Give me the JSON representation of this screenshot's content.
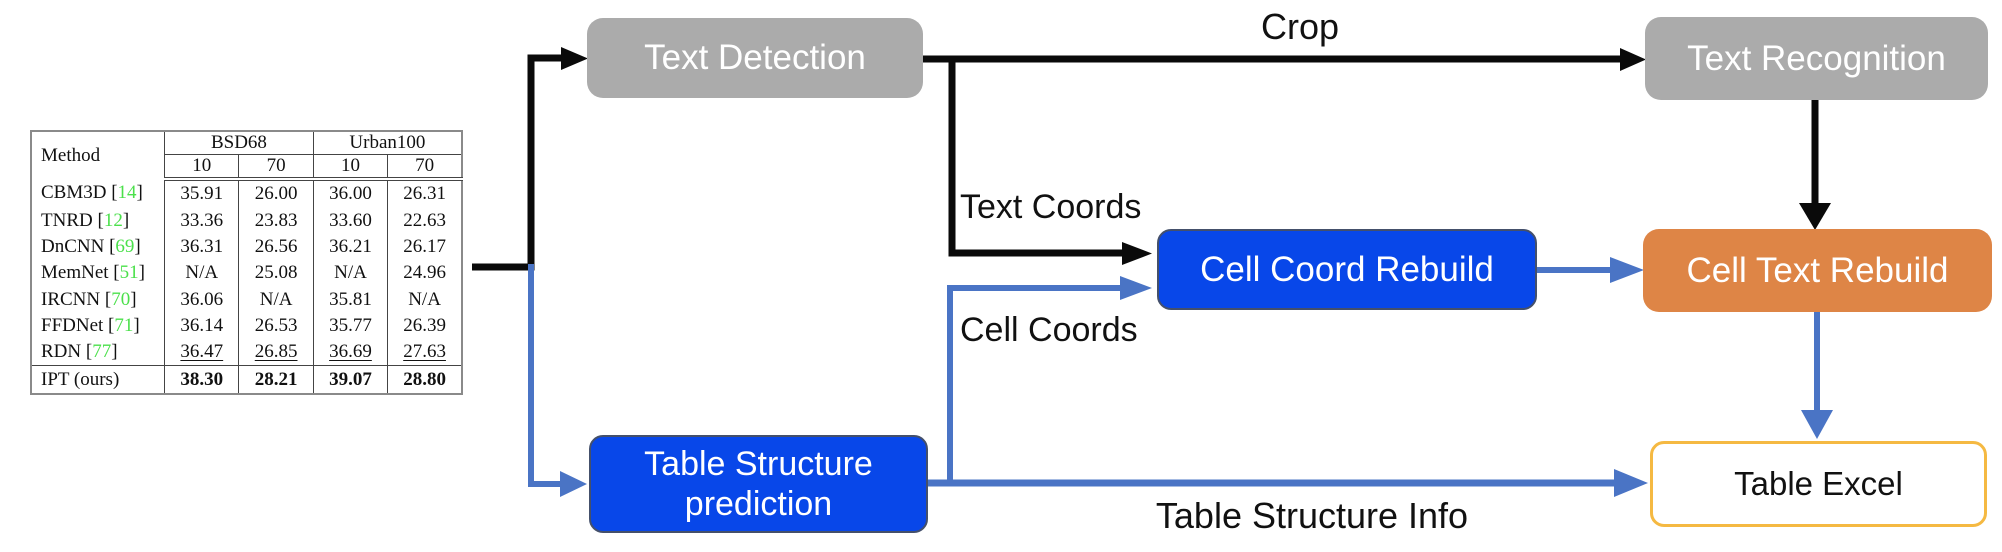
{
  "colors": {
    "gray_node": "#ABABAB",
    "blue_node": "#0847E9",
    "blue_node_border": "#44506B",
    "orange_node": "#DE8546",
    "gold_border": "#F5B942",
    "arrow_black": "#0A0A0A",
    "arrow_blue": "#4A74C5",
    "label_text": "#111111",
    "cite_green": "#4BE04B",
    "table_border": "#444444",
    "table_outer": "#8A8A8A"
  },
  "diagram": {
    "nodes": {
      "text_detection": {
        "label": "Text Detection",
        "fill": "#ABABAB",
        "text_color": "#FFFFFF"
      },
      "text_recognition": {
        "label": "Text Recognition",
        "fill": "#ABABAB",
        "text_color": "#FFFFFF"
      },
      "cell_coord_rebuild": {
        "label": "Cell Coord Rebuild",
        "fill": "#0847E9",
        "text_color": "#FFFFFF"
      },
      "cell_text_rebuild": {
        "label": "Cell Text Rebuild",
        "fill": "#DE8546",
        "text_color": "#FFFFFF"
      },
      "table_structure_prediction": {
        "label": "Table Structure prediction",
        "fill": "#0847E9",
        "text_color": "#FFFFFF"
      },
      "table_excel": {
        "label": "Table Excel",
        "fill": "#FFFFFF",
        "text_color": "#111111",
        "border": "#F5B942"
      }
    },
    "edge_labels": {
      "crop": "Crop",
      "text_coords": "Text Coords",
      "cell_coords": "Cell Coords",
      "table_structure_info": "Table Structure Info"
    }
  },
  "benchmark_table": {
    "method_label": "Method",
    "groups": [
      {
        "label": "BSD68",
        "subs": [
          "10",
          "70"
        ]
      },
      {
        "label": "Urban100",
        "subs": [
          "10",
          "70"
        ]
      }
    ],
    "rows": [
      {
        "method": "CBM3D",
        "cite": "14",
        "values": [
          "35.91",
          "26.00",
          "36.00",
          "26.31"
        ],
        "style": ""
      },
      {
        "method": "TNRD",
        "cite": "12",
        "values": [
          "33.36",
          "23.83",
          "33.60",
          "22.63"
        ],
        "style": ""
      },
      {
        "method": "DnCNN",
        "cite": "69",
        "values": [
          "36.31",
          "26.56",
          "36.21",
          "26.17"
        ],
        "style": ""
      },
      {
        "method": "MemNet",
        "cite": "51",
        "values": [
          "N/A",
          "25.08",
          "N/A",
          "24.96"
        ],
        "style": ""
      },
      {
        "method": "IRCNN",
        "cite": "70",
        "values": [
          "36.06",
          "N/A",
          "35.81",
          "N/A"
        ],
        "style": ""
      },
      {
        "method": "FFDNet",
        "cite": "71",
        "values": [
          "36.14",
          "26.53",
          "35.77",
          "26.39"
        ],
        "style": ""
      },
      {
        "method": "RDN",
        "cite": "77",
        "values": [
          "36.47",
          "26.85",
          "36.69",
          "27.63"
        ],
        "style": "underline"
      },
      {
        "method": "IPT (ours)",
        "cite": null,
        "values": [
          "38.30",
          "28.21",
          "39.07",
          "28.80"
        ],
        "style": "bold",
        "rule_above": true
      }
    ]
  }
}
